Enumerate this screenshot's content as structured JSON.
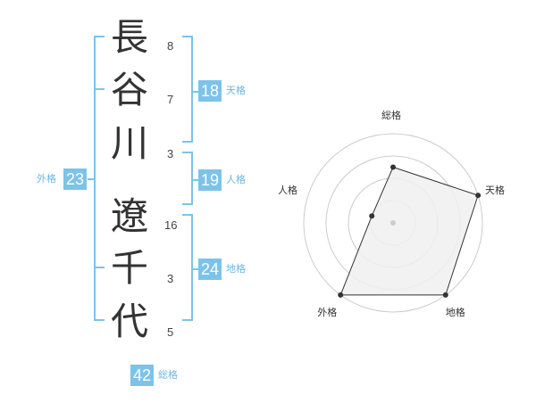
{
  "name": {
    "characters": [
      {
        "char": "長",
        "strokes": "8"
      },
      {
        "char": "谷",
        "strokes": "7"
      },
      {
        "char": "川",
        "strokes": "3"
      },
      {
        "char": "遼",
        "strokes": "16"
      },
      {
        "char": "千",
        "strokes": "3"
      },
      {
        "char": "代",
        "strokes": "5"
      }
    ]
  },
  "fortune": {
    "tenkaku": {
      "label": "天格",
      "value": "18"
    },
    "jinkaku": {
      "label": "人格",
      "value": "19"
    },
    "chikaku": {
      "label": "地格",
      "value": "24"
    },
    "gaikaku": {
      "label": "外格",
      "value": "23"
    },
    "soukaku": {
      "label": "総格",
      "value": "42"
    }
  },
  "chart_data": {
    "type": "radar",
    "axes": [
      "総格",
      "天格",
      "地格",
      "外格",
      "人格"
    ],
    "levels": 4,
    "range": [
      0,
      4
    ],
    "values": [
      2.5,
      4,
      4,
      4,
      1
    ],
    "colors": {
      "fill": "#f0f0f0",
      "stroke": "#333333",
      "grid": "#cccccc",
      "center": "#cccccc"
    }
  },
  "colors": {
    "accent": "#7cc3ea",
    "accent_text": "#6cb6e0",
    "text": "#333333"
  }
}
